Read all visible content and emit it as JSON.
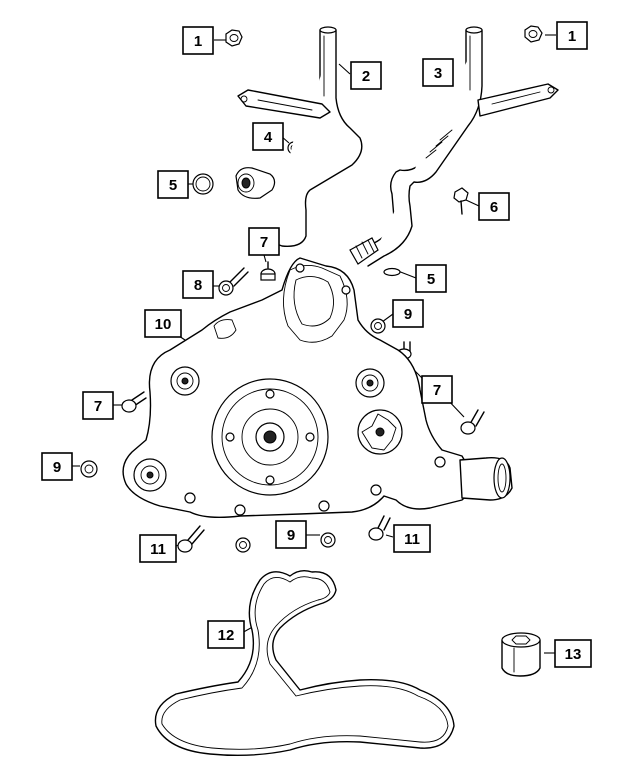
{
  "callouts": [
    {
      "id": "c1a",
      "label": "1"
    },
    {
      "id": "c1b",
      "label": "1"
    },
    {
      "id": "c2",
      "label": "2"
    },
    {
      "id": "c3",
      "label": "3"
    },
    {
      "id": "c4",
      "label": "4"
    },
    {
      "id": "c5a",
      "label": "5"
    },
    {
      "id": "c5b",
      "label": "5"
    },
    {
      "id": "c6",
      "label": "6"
    },
    {
      "id": "c7a",
      "label": "7"
    },
    {
      "id": "c7b",
      "label": "7"
    },
    {
      "id": "c7c",
      "label": "7"
    },
    {
      "id": "c8",
      "label": "8"
    },
    {
      "id": "c9a",
      "label": "9"
    },
    {
      "id": "c9b",
      "label": "9"
    },
    {
      "id": "c9c",
      "label": "9"
    },
    {
      "id": "c10",
      "label": "10"
    },
    {
      "id": "c11a",
      "label": "11"
    },
    {
      "id": "c11b",
      "label": "11"
    },
    {
      "id": "c12",
      "label": "12"
    },
    {
      "id": "c13",
      "label": "13"
    }
  ]
}
